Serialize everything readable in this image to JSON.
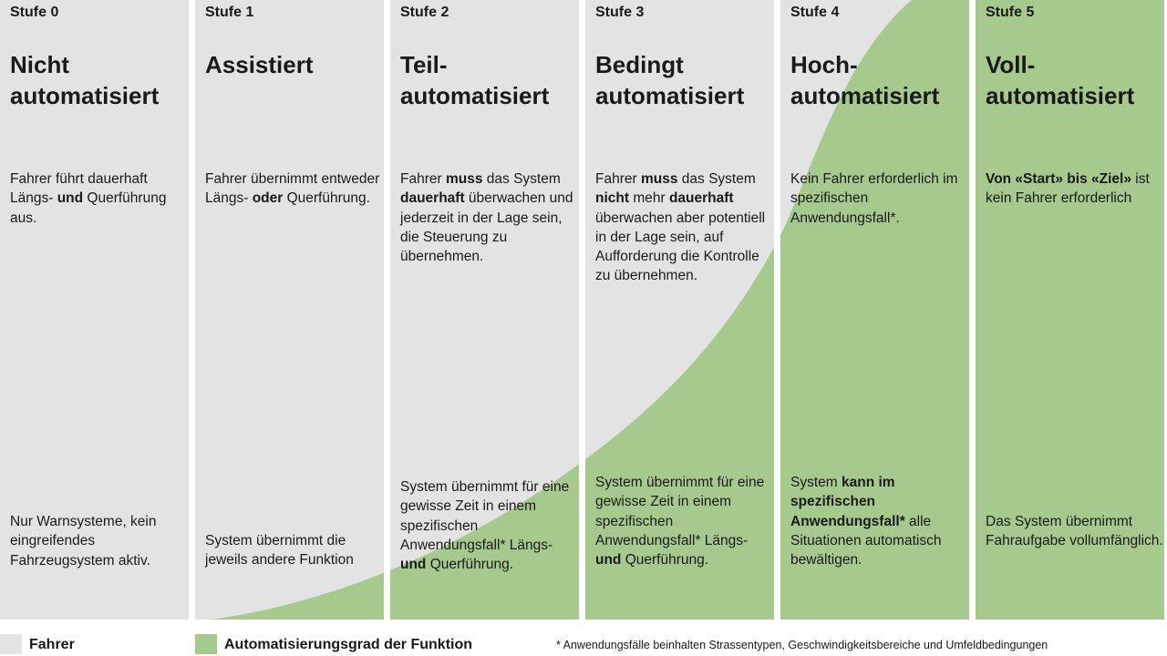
{
  "colors": {
    "fahrer": "#e3e3e3",
    "automation": "#a6ca8e"
  },
  "levels": [
    {
      "stufe": "Stufe 0",
      "title": "Nicht\nautomatisiert",
      "driver": [
        {
          "t": "Fahrer führt dauerhaft Längs- "
        },
        {
          "t": "und",
          "b": true
        },
        {
          "t": " Querführung aus."
        }
      ],
      "system": [
        {
          "t": "Nur Warnsysteme, kein eingreifendes Fahrzeugsystem aktiv."
        }
      ]
    },
    {
      "stufe": "Stufe 1",
      "title": "Assistiert",
      "driver": [
        {
          "t": "Fahrer übernimmt entweder Längs- "
        },
        {
          "t": "oder",
          "b": true
        },
        {
          "t": " Querführung."
        }
      ],
      "system": [
        {
          "t": "System übernimmt die jeweils andere Funktion"
        }
      ]
    },
    {
      "stufe": "Stufe 2",
      "title": "Teil-\nautomatisiert",
      "driver": [
        {
          "t": "Fahrer "
        },
        {
          "t": "muss",
          "b": true
        },
        {
          "t": " das System "
        },
        {
          "t": "dauerhaft",
          "b": true
        },
        {
          "t": " überwachen und jederzeit in der Lage sein, die Steuerung zu übernehmen."
        }
      ],
      "system": [
        {
          "t": "System übernimmt für eine gewisse Zeit in einem spezifischen Anwendungsfall* Längs- "
        },
        {
          "t": "und",
          "b": true
        },
        {
          "t": " Querführung."
        }
      ]
    },
    {
      "stufe": "Stufe 3",
      "title": "Bedingt\nautomatisiert",
      "driver": [
        {
          "t": "Fahrer "
        },
        {
          "t": "muss",
          "b": true
        },
        {
          "t": " das System "
        },
        {
          "t": "nicht",
          "b": true
        },
        {
          "t": " mehr "
        },
        {
          "t": "dauerhaft",
          "b": true
        },
        {
          "t": " überwachen aber potentiell in der Lage sein, auf Aufforderung die Kontrolle zu übernehmen."
        }
      ],
      "system": [
        {
          "t": "System übernimmt für eine gewisse Zeit in einem spezifischen Anwendungsfall* Längs- "
        },
        {
          "t": "und",
          "b": true
        },
        {
          "t": " Querführung."
        }
      ]
    },
    {
      "stufe": "Stufe 4",
      "title": "Hoch-\nautomatisiert",
      "driver": [
        {
          "t": "Kein Fahrer erforderlich im spezifischen Anwendungsfall*."
        }
      ],
      "system": [
        {
          "t": "System "
        },
        {
          "t": "kann im spezifischen Anwendungsfall*",
          "b": true
        },
        {
          "t": " alle Situationen automatisch bewältigen."
        }
      ]
    },
    {
      "stufe": "Stufe 5",
      "title": "Voll-\nautomatisiert",
      "driver": [
        {
          "t": "Von «Start» bis «Ziel»",
          "b": true
        },
        {
          "t": " ist kein Fahrer erforderlich"
        }
      ],
      "system": [
        {
          "t": "Das System übernimmt Fahraufgabe vollumfänglich."
        }
      ]
    }
  ],
  "legend": {
    "fahrer": "Fahrer",
    "automation": "Automatisierungsgrad der Funktion"
  },
  "footnote": "* Anwendungsfälle beinhalten Strassentypen, Geschwindigkeitsbereiche und Umfeldbedingungen"
}
